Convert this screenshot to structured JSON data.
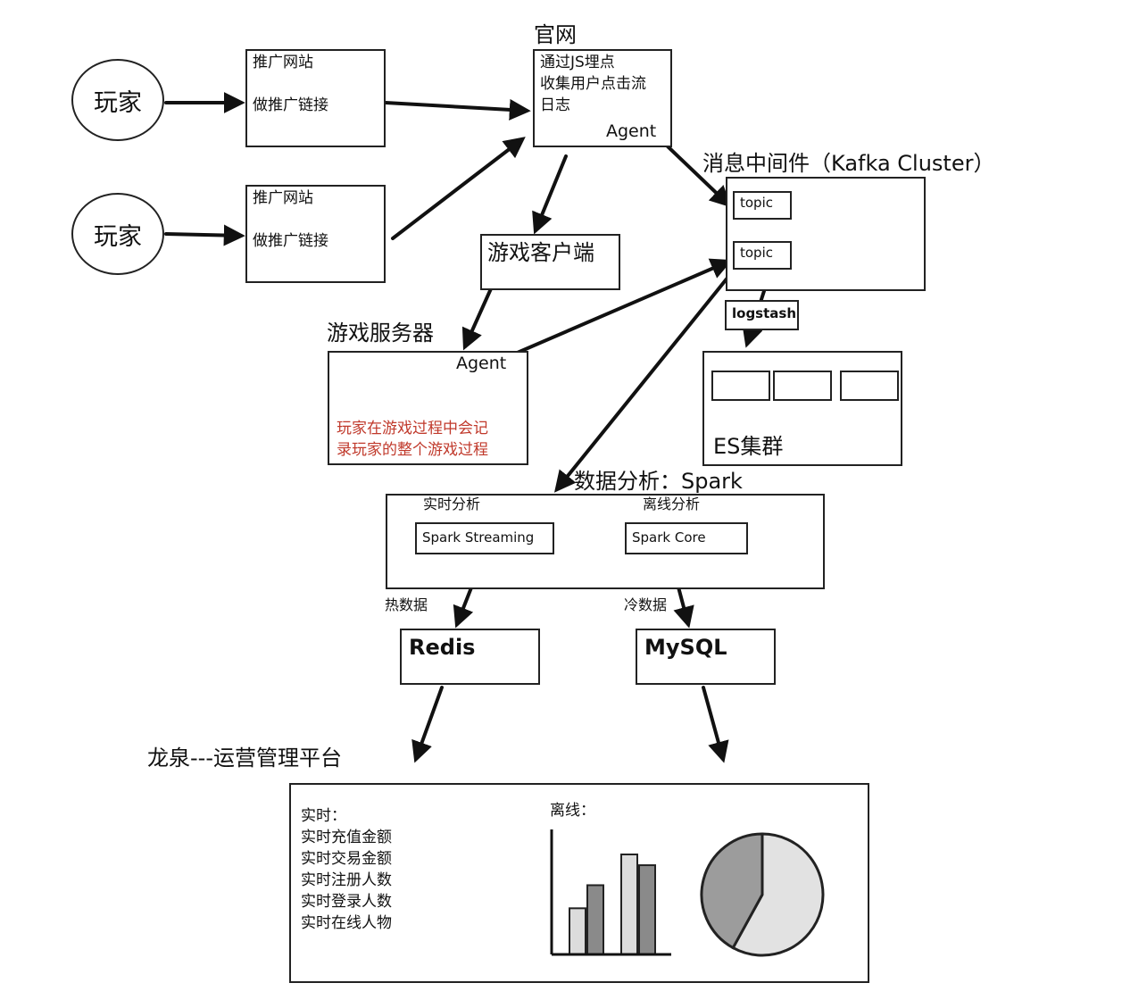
{
  "players": [
    {
      "label": "玩家"
    },
    {
      "label": "玩家"
    }
  ],
  "promo_sites": [
    {
      "title": "推广网站",
      "body": "做推广链接"
    },
    {
      "title": "推广网站",
      "body": "做推广链接"
    }
  ],
  "official_site": {
    "title": "官网",
    "lines": [
      "通过JS埋点",
      "收集用户点击流",
      "日志"
    ],
    "agent": "Agent"
  },
  "game_client": {
    "label": "游戏客户端"
  },
  "game_server": {
    "title": "游戏服务器",
    "agent": "Agent",
    "note_lines": [
      "玩家在游戏过程中会记",
      "录玩家的整个游戏过程"
    ],
    "note_color": "#c0392b"
  },
  "kafka": {
    "title": "消息中间件（Kafka Cluster）",
    "topics": [
      "topic",
      "topic"
    ]
  },
  "logstash": {
    "label": "logstash"
  },
  "es": {
    "label": "ES集群"
  },
  "spark": {
    "title": "数据分析：Spark",
    "realtime_label": "实时分析",
    "offline_label": "离线分析",
    "streaming": "Spark Streaming",
    "core": "Spark Core"
  },
  "edges": {
    "hot": "热数据",
    "cold": "冷数据"
  },
  "redis": {
    "label": "Redis"
  },
  "mysql": {
    "label": "MySQL"
  },
  "platform": {
    "title": "龙泉---运营管理平台",
    "realtime_heading": "实时：",
    "realtime_items": [
      "实时充值金额",
      "实时交易金额",
      "实时注册人数",
      "实时登录人数",
      "实时在线人物"
    ],
    "offline_heading": "离线："
  },
  "chart_data": [
    {
      "type": "bar",
      "values": [
        3,
        4.5,
        6.5,
        5.8
      ]
    },
    {
      "type": "pie",
      "values": [
        58,
        42
      ]
    }
  ]
}
